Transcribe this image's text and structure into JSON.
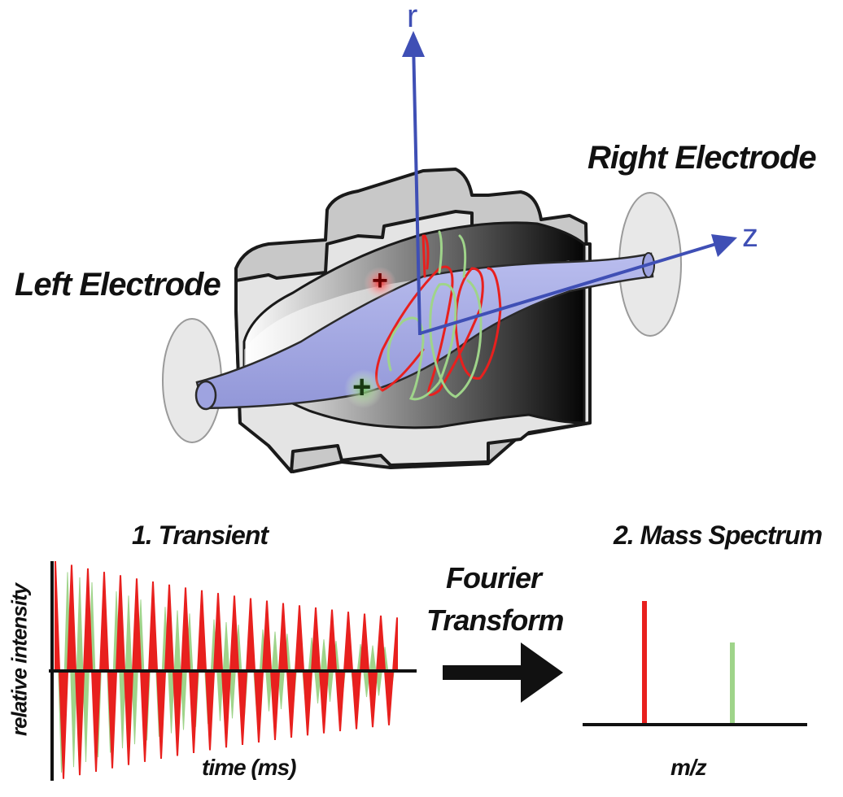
{
  "labels": {
    "right_electrode": "Right Electrode",
    "left_electrode": "Left Electrode",
    "axis_r": "r",
    "axis_z": "z",
    "transient_title": "1. Transient",
    "spectrum_title": "2. Mass Spectrum",
    "fourier_line1": "Fourier",
    "fourier_line2": "Transform",
    "transient_ylabel": "relative intensity",
    "transient_xlabel": "time (ms)",
    "spectrum_xlabel": "m/z",
    "ion_charge_symbol": "+"
  },
  "colors": {
    "axis_blue": "#3f4fb5",
    "ion_red": "#e8201e",
    "ion_green": "#9fd48a",
    "spindle": "#a9aee3",
    "housing": "#e4e4e4",
    "ink": "#111111"
  },
  "chart_data": [
    {
      "type": "line",
      "title": "1. Transient",
      "xlabel": "time (ms)",
      "ylabel": "relative intensity",
      "series": [
        {
          "color": "#e8201e",
          "decay": 0.45,
          "oscillations": 42
        },
        {
          "color": "#9fd48a",
          "decay": 0.95,
          "oscillations": 56
        }
      ]
    },
    {
      "type": "bar",
      "title": "2. Mass Spectrum",
      "xlabel": "m/z",
      "series": [
        {
          "color": "#e8201e",
          "value": 1.0
        },
        {
          "color": "#9fd48a",
          "value": 0.66
        }
      ]
    }
  ]
}
